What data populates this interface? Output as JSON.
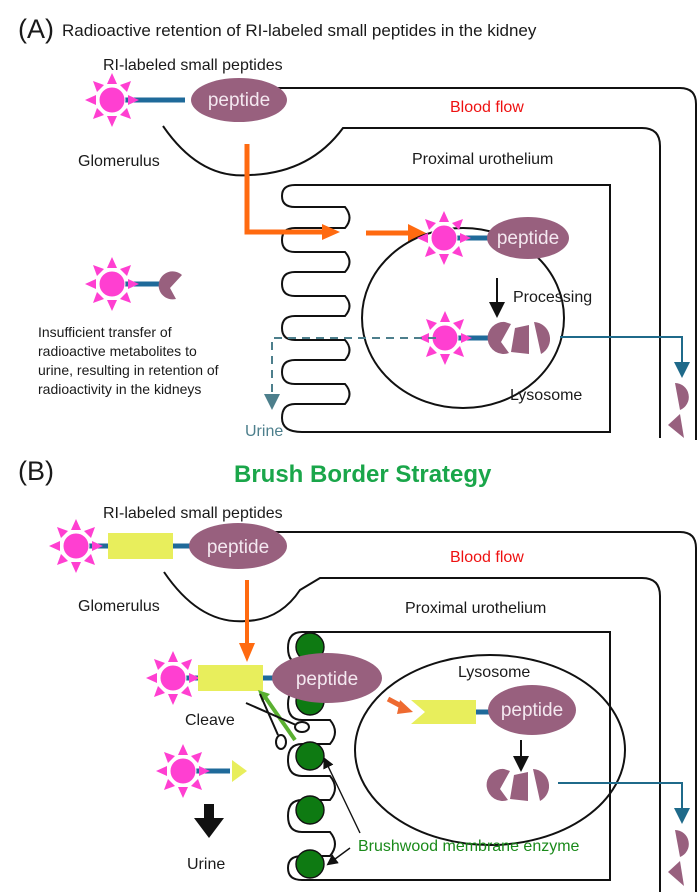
{
  "panel_a": {
    "label": "(A)",
    "title": "Radioactive retention of RI-labeled small peptides in the kidney",
    "ri_label": "RI-labeled small peptides",
    "peptide": "peptide",
    "blood_flow": "Blood flow",
    "glomerulus": "Glomerulus",
    "proximal": "Proximal urothelium",
    "peptide_inside": "peptide",
    "processing": "Processing",
    "lysosome": "Lysosome",
    "urine": "Urine",
    "note_lines": [
      "Insufficient transfer of",
      "radioactive metabolites to",
      "urine, resulting in retention of",
      "radioactivity in the kidneys"
    ]
  },
  "panel_b": {
    "label": "(B)",
    "title": "Brush Border Strategy",
    "ri_label": "RI-labeled small peptides",
    "peptide": "peptide",
    "blood_flow": "Blood flow",
    "glomerulus": "Glomerulus",
    "proximal": "Proximal urothelium",
    "peptide_membrane": "peptide",
    "lysosome": "Lysosome",
    "peptide_lysosome": "peptide",
    "cleave": "Cleave",
    "urine": "Urine",
    "enzyme_label": "Brushwood membrane enzyme"
  },
  "colors": {
    "radioisotope": "#ff3fd1",
    "peptide": "#98607e",
    "linker": "#e8ee5c",
    "arrow": "#ff6a10",
    "blood_flow": "#ee1111",
    "title_b": "#1aa64a",
    "enzyme": "#0e7a12"
  }
}
